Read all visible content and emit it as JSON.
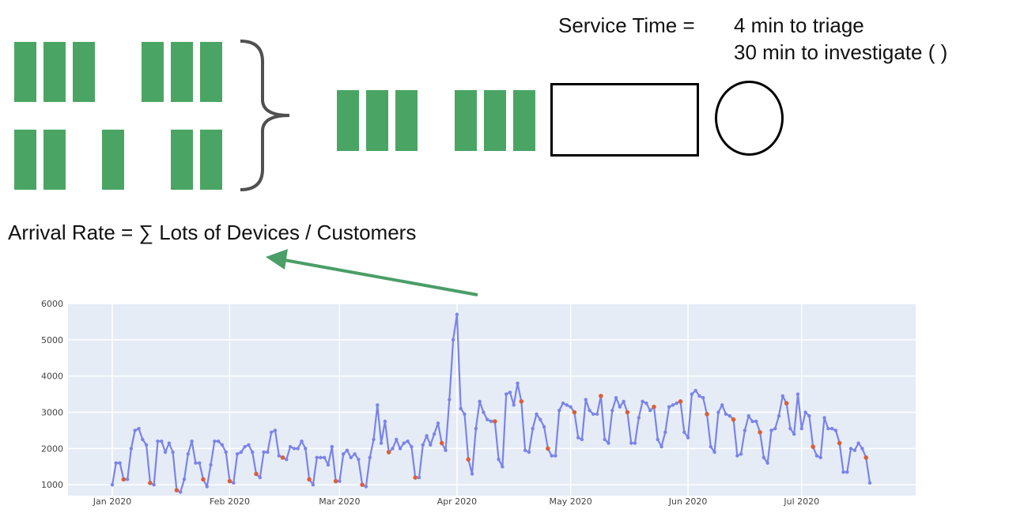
{
  "service_time": {
    "label": "Service Time =",
    "line1": "4 min to triage",
    "line2": "30 min to investigate ( )"
  },
  "arrival_rate": {
    "label": "Arrival Rate = ∑ Lots of Devices / Customers"
  },
  "colors": {
    "device_block": "#4aa564",
    "series_line": "#7b83ea",
    "anomaly_marker": "#d9603b",
    "arrow": "#4a9e67",
    "plot_bg": "#e5ecf6"
  },
  "chart_data": {
    "type": "line",
    "ylim": [
      700,
      6000
    ],
    "yticks": [
      1000,
      2000,
      3000,
      4000,
      5000,
      6000
    ],
    "xticks": [
      "Jan 2020",
      "Feb 2020",
      "Mar 2020",
      "Apr 2020",
      "May 2020",
      "Jun 2020",
      "Jul 2020"
    ],
    "grid": true,
    "series": [
      {
        "x_start": "2020-01-01",
        "values": [
          1000,
          1600,
          1600,
          1150,
          1150,
          2000,
          2500,
          2550,
          2250,
          2100,
          1050,
          1000,
          2200,
          2200,
          1900,
          2150,
          1900,
          850,
          800,
          1150,
          1850,
          2200,
          1600,
          1600,
          1150,
          950,
          1550,
          2200,
          2200,
          2100,
          1900,
          1100,
          1050,
          1850,
          1900,
          2050,
          2100,
          1900,
          1300,
          1200,
          1900,
          1900,
          2450,
          2500,
          1800,
          1750,
          1700,
          2050,
          2000,
          2000,
          2200,
          2000,
          1150,
          1000,
          1750,
          1750,
          1750,
          1550,
          2050,
          1100,
          1100,
          1850,
          1950,
          1750,
          1850,
          1700,
          1000,
          950,
          1750,
          2250,
          3200,
          2150,
          2750,
          1900,
          2000,
          2250,
          2000,
          2150,
          2200,
          2050,
          1200,
          1200,
          2100,
          2350,
          2100,
          2400,
          2700,
          2150,
          1950,
          3350,
          5000,
          5700,
          3100,
          2950,
          1700,
          1300,
          2550,
          3300,
          3000,
          2800,
          2750,
          2750,
          1700,
          1500,
          3500,
          3550,
          3200,
          3800,
          3300,
          1950,
          1900,
          2550,
          2950,
          2800,
          2600,
          2000,
          1800,
          1800,
          3050,
          3250,
          3200,
          3150,
          3000,
          2300,
          2250,
          3350,
          3050,
          2950,
          2950,
          3450,
          2250,
          2150,
          3050,
          3400,
          3150,
          3300,
          3000,
          2150,
          2150,
          2850,
          3300,
          3250,
          3050,
          3150,
          2250,
          2050,
          2450,
          3150,
          3200,
          3250,
          3300,
          2450,
          2300,
          3500,
          3600,
          3450,
          3400,
          2950,
          2050,
          1900,
          3000,
          3200,
          2950,
          2900,
          2800,
          1800,
          1850,
          2500,
          2900,
          2750,
          2750,
          2450,
          1750,
          1600,
          2500,
          2550,
          2900,
          3450,
          3250,
          2550,
          2400,
          3500,
          2550,
          3000,
          2900,
          2050,
          1800,
          1750,
          2850,
          2550,
          2550,
          2500,
          2150,
          1350,
          1350,
          2000,
          1950,
          2150,
          2000,
          1750,
          1050
        ]
      }
    ]
  }
}
